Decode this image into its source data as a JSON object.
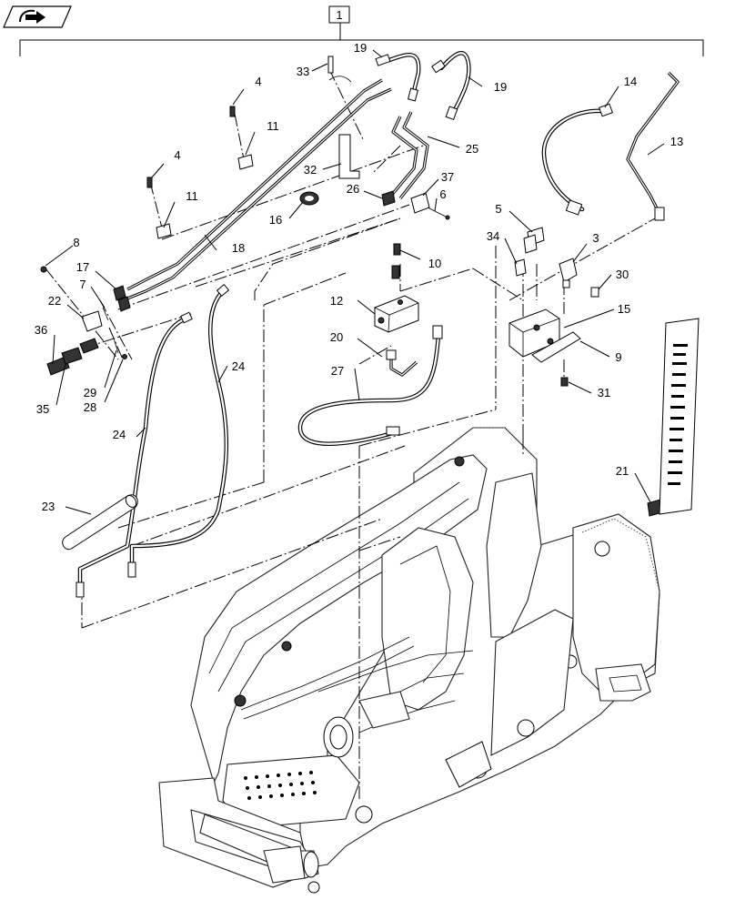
{
  "nav_icon": "return-arrow-icon",
  "assembly_label": "1",
  "callouts": {
    "c19a": "19",
    "c19b": "19",
    "c33": "33",
    "c4a": "4",
    "c4b": "4",
    "c11a": "11",
    "c11b": "11",
    "c32": "32",
    "c25": "25",
    "c37": "37",
    "c26": "26",
    "c6": "6",
    "c16": "16",
    "c18": "18",
    "c8": "8",
    "c17": "17",
    "c7": "7",
    "c22": "22",
    "c36": "36",
    "c35": "35",
    "c29": "29",
    "c28": "28",
    "c10": "10",
    "c12": "12",
    "c20": "20",
    "c27": "27",
    "c24a": "24",
    "c24b": "24",
    "c23": "23",
    "c14": "14",
    "c13": "13",
    "c5": "5",
    "c34": "34",
    "c3": "3",
    "c30": "30",
    "c15": "15",
    "c9": "9",
    "c31": "31",
    "c21": "21"
  }
}
